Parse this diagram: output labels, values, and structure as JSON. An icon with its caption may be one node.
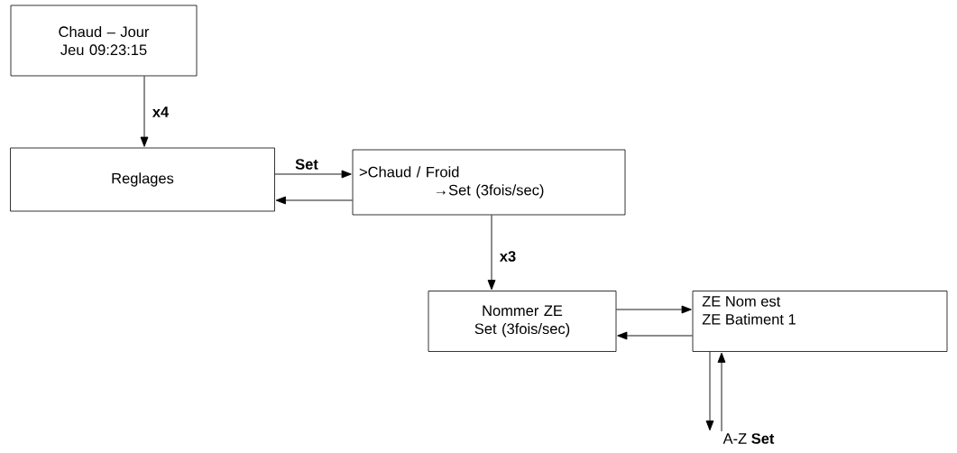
{
  "diagram": {
    "nodes": [
      {
        "text": [
          "Chaud – Jour",
          "Jeu 09:23:15"
        ]
      },
      {
        "text": [
          "Reglages"
        ]
      },
      {
        "text": [
          ">Chaud / Froid",
          "→Set (3fois/sec)"
        ]
      },
      {
        "text": [
          "Nommer ZE",
          "Set (3fois/sec)"
        ]
      },
      {
        "text": [
          "ZE Nom est",
          "ZE Batiment 1"
        ]
      },
      {
        "text": [
          "A-Z **Set**"
        ]
      }
    ],
    "edges": [
      {
        "from": 0,
        "to": 1,
        "arrow": "to",
        "label": "x4"
      },
      {
        "from": 1,
        "to": 2,
        "arrow": "to",
        "label": "Set"
      },
      {
        "from": 2,
        "to": 1,
        "arrow": "to"
      },
      {
        "from": 2,
        "to": 3,
        "arrow": "to",
        "label": "x3"
      },
      {
        "from": 3,
        "to": 4,
        "arrow": "to"
      },
      {
        "from": 4,
        "to": 3,
        "arrow": "to"
      },
      {
        "from": 4,
        "to": 5,
        "arrow": "to"
      },
      {
        "from": 5,
        "to": 4,
        "arrow": "to"
      }
    ]
  }
}
